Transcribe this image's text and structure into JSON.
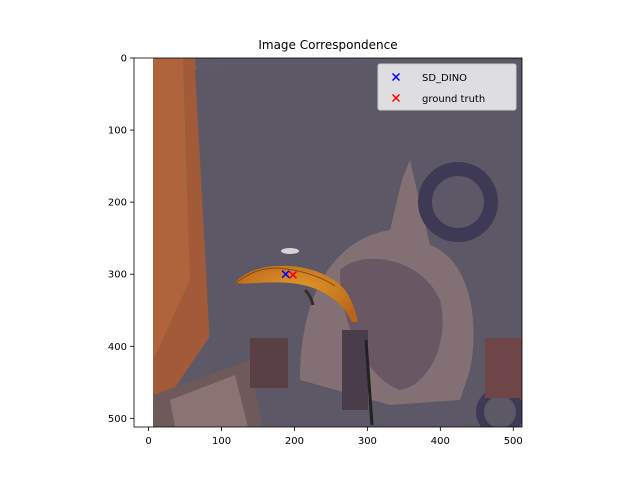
{
  "chart_data": {
    "type": "scatter",
    "title": "Image Correspondence",
    "xlabel": "",
    "ylabel": "",
    "xlim": [
      -20,
      512
    ],
    "ylim": [
      512,
      0
    ],
    "y_axis_inverted": true,
    "x_ticks": [
      0,
      100,
      200,
      300,
      400,
      500
    ],
    "y_ticks": [
      0,
      100,
      200,
      300,
      400,
      500
    ],
    "grid": false,
    "legend_position": "top-right",
    "background": "image (photo of a banana on a table, overlaid on a gray tabletop)",
    "series": [
      {
        "name": "SD_DINO",
        "marker": "x",
        "color": "#0000ff",
        "points": [
          {
            "x": 188,
            "y": 300
          }
        ]
      },
      {
        "name": "ground truth",
        "marker": "x",
        "color": "#ff0000",
        "points": [
          {
            "x": 198,
            "y": 301
          }
        ]
      }
    ]
  }
}
